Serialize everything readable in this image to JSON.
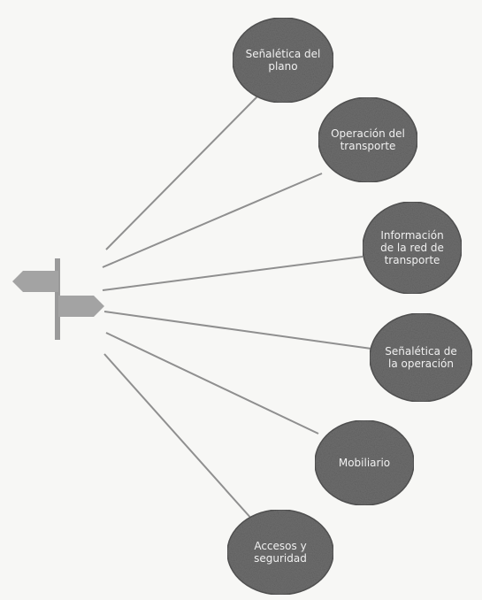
{
  "diagram": {
    "type": "radial",
    "center": {
      "icon": "signpost-icon"
    },
    "colors": {
      "node_fill": "#6e6e6e",
      "node_stroke": "#555555",
      "connector": "#8f8f8f",
      "label": "#f0f0f0",
      "signpost": "#9a9a9a"
    },
    "nodes": [
      {
        "id": "senaletica-planta",
        "lines": [
          "Señalética del",
          "plano"
        ]
      },
      {
        "id": "operacion-transporte",
        "lines": [
          "Operación del",
          "transporte"
        ]
      },
      {
        "id": "informacion-red",
        "lines": [
          "Información",
          "de la red de",
          "transporte"
        ]
      },
      {
        "id": "senaletica-operacion",
        "lines": [
          "Señalética de",
          "la operación"
        ]
      },
      {
        "id": "mobiliario",
        "lines": [
          "Mobiliario"
        ]
      },
      {
        "id": "accesos-seguridad",
        "lines": [
          "Accesos y",
          "seguridad"
        ]
      }
    ]
  }
}
